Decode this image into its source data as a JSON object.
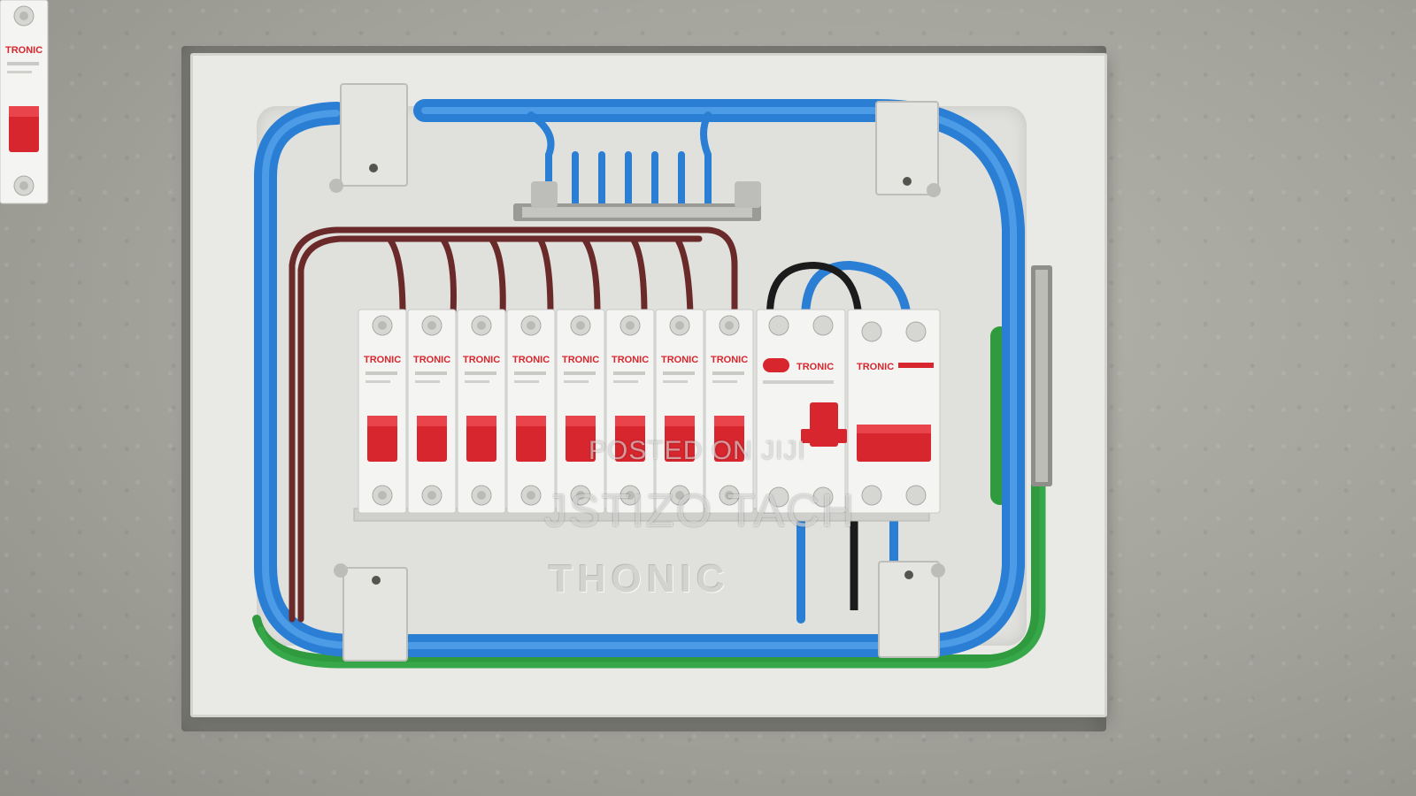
{
  "image": {
    "subject": "electrical-distribution-board",
    "brand_emboss": "THONIC",
    "breaker_brand": "TRONIC",
    "watermark_line1": "POSTED ON JIJI",
    "watermark_line2": "JSTIZO TACH"
  },
  "colors": {
    "breaker_red": "#d8262e",
    "wire_blue": "#2a7fd4",
    "wire_brown": "#6b2a2a",
    "wire_green": "#2f9a3e",
    "enclosure": "#e9e9e6"
  },
  "breakers": {
    "single_pole_count": 8,
    "rccb_count": 1,
    "double_pole_count": 1
  }
}
